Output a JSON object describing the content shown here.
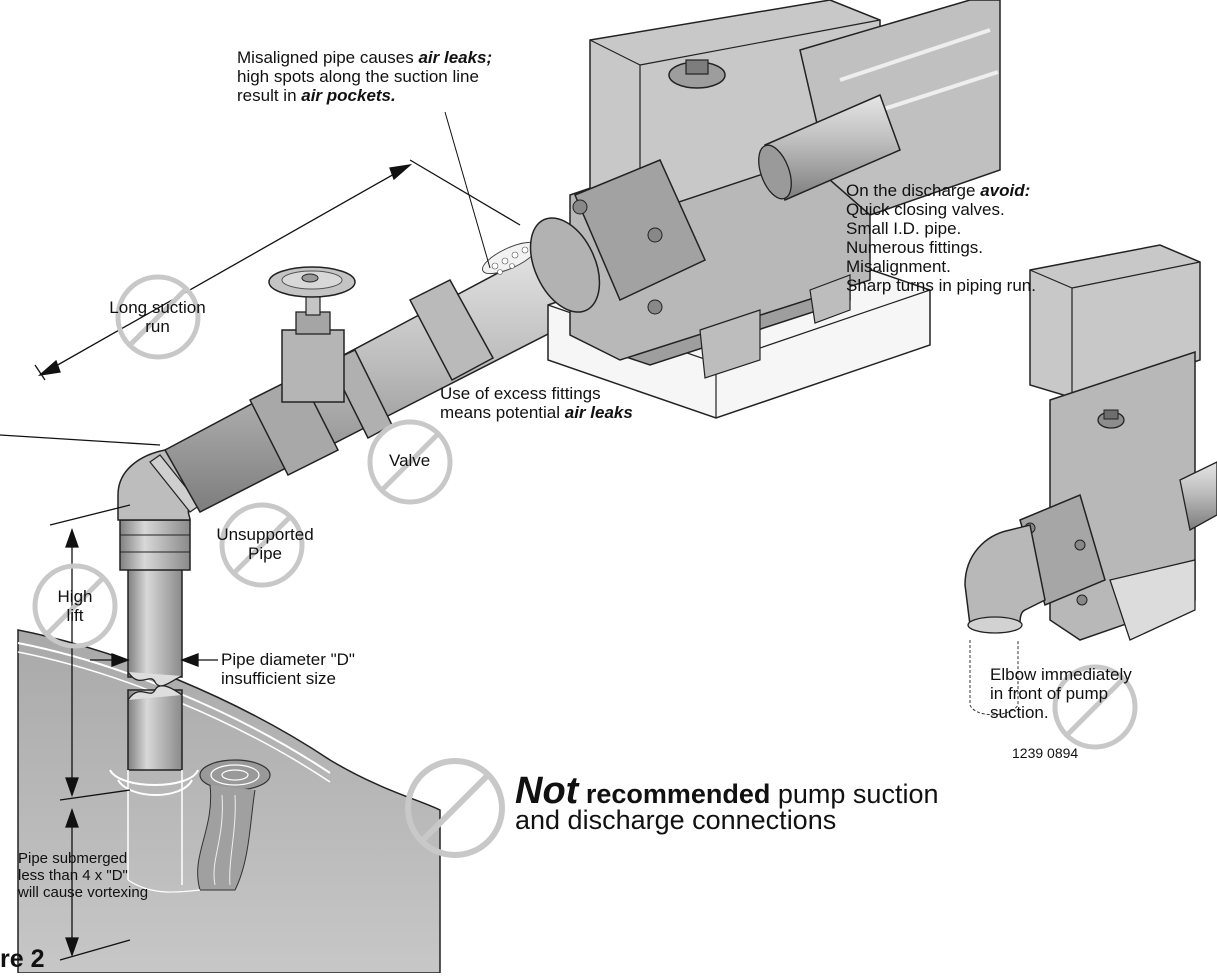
{
  "misaligned": {
    "line1_prefix": "Misaligned pipe causes ",
    "line1_em": "air leaks;",
    "line2": "high spots along the suction line",
    "line3_prefix": "result in ",
    "line3_em": "air pockets."
  },
  "discharge": {
    "title_prefix": "On the discharge ",
    "title_em": "avoid:",
    "items": [
      "Quick closing valves.",
      "Small I.D. pipe.",
      "Numerous fittings.",
      "Misalignment.",
      "Sharp turns in piping run."
    ]
  },
  "long_suction": {
    "line1": "Long suction",
    "line2": "run"
  },
  "excess_fittings": {
    "line1": "Use of excess fittings",
    "line2_prefix": "means potential ",
    "line2_em": "air leaks"
  },
  "valve": "Valve",
  "unsupported": {
    "line1": "Unsupported",
    "line2": "Pipe"
  },
  "high_lift": {
    "line1": "High",
    "line2": "lift"
  },
  "pipe_diameter": {
    "line1": "Pipe diameter \"D\"",
    "line2": "insufficient size"
  },
  "submerged": {
    "line1": "Pipe submerged",
    "line2": "less than 4 x \"D\"",
    "line3": "will cause vortexing"
  },
  "elbow": {
    "line1": "Elbow immediately",
    "line2": "in front of pump",
    "line3": "suction."
  },
  "figure_code": "1239 0894",
  "caption": {
    "em": "Not",
    "bold": "recommended",
    "rest1": " pump suction",
    "line2": "and discharge connections"
  },
  "figure_label": "re 2",
  "colors": {
    "pump_gray": "#b4b4b4",
    "pump_light": "#d6d6d6",
    "pump_dark": "#7a7a7a",
    "water": "#bdbdbd",
    "prohibit": "#c8c8c8"
  }
}
